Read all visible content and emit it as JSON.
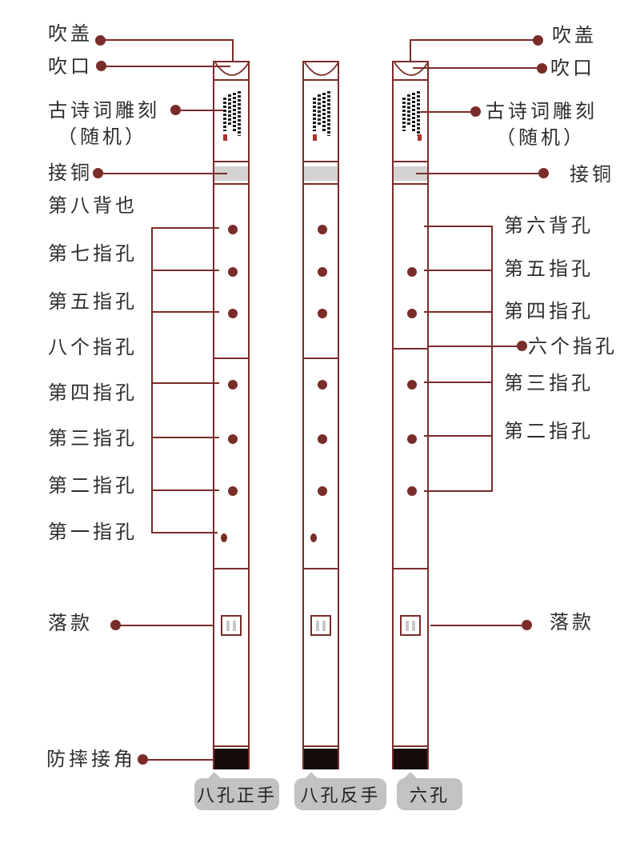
{
  "diagram": {
    "left_callouts": [
      {
        "id": "blow-cover",
        "text": "吹盖"
      },
      {
        "id": "blow-hole",
        "text": "吹口"
      },
      {
        "id": "poem-engraving",
        "text": "古诗词雕刻"
      },
      {
        "id": "poem-engraving-sub",
        "text": "（随机）"
      },
      {
        "id": "copper-joint",
        "text": "接铜"
      },
      {
        "id": "hole-8-back",
        "text": "第八背也"
      },
      {
        "id": "hole-7",
        "text": "第七指孔"
      },
      {
        "id": "hole-5",
        "text": "第五指孔"
      },
      {
        "id": "eight-holes",
        "text": "八个指孔"
      },
      {
        "id": "hole-4",
        "text": "第四指孔"
      },
      {
        "id": "hole-3",
        "text": "第三指孔"
      },
      {
        "id": "hole-2",
        "text": "第二指孔"
      },
      {
        "id": "hole-1",
        "text": "第一指孔"
      },
      {
        "id": "signature",
        "text": "落款"
      },
      {
        "id": "anti-drop-corner",
        "text": "防摔接角"
      }
    ],
    "right_callouts": [
      {
        "id": "blow-cover",
        "text": "吹盖"
      },
      {
        "id": "blow-hole",
        "text": "吹口"
      },
      {
        "id": "poem-engraving",
        "text": "古诗词雕刻"
      },
      {
        "id": "poem-engraving-sub",
        "text": "（随机）"
      },
      {
        "id": "copper-joint",
        "text": "接铜"
      },
      {
        "id": "hole-6-back",
        "text": "第六背孔"
      },
      {
        "id": "hole-5",
        "text": "第五指孔"
      },
      {
        "id": "hole-4",
        "text": "第四指孔"
      },
      {
        "id": "six-holes",
        "text": "六个指孔"
      },
      {
        "id": "hole-3",
        "text": "第三指孔"
      },
      {
        "id": "hole-2",
        "text": "第二指孔"
      },
      {
        "id": "signature",
        "text": "落款"
      }
    ],
    "flute_tags": [
      {
        "id": "eight-hole-front",
        "text": "八孔正手"
      },
      {
        "id": "eight-hole-reverse",
        "text": "八孔反手"
      },
      {
        "id": "six-hole",
        "text": "六孔"
      }
    ],
    "colors": {
      "line": "#7a2c28",
      "hole": "#7a2c28",
      "label_text": "#2e2e2e",
      "tag_background": "#c3c2c1",
      "copper_band": "#d5d3d2",
      "anti_drop_band": "#150b09",
      "seal_bars": "#c9c9c9",
      "poem_seal": "#b03030"
    }
  }
}
